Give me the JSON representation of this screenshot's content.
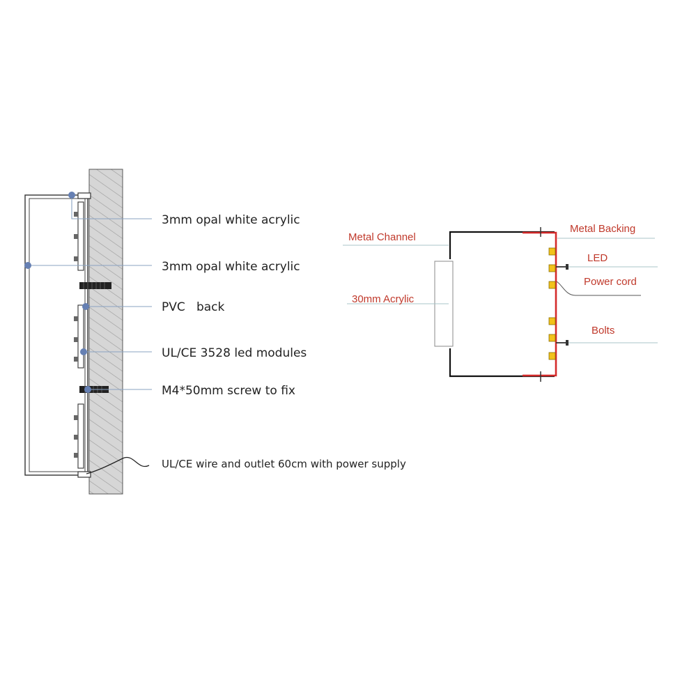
{
  "left_diagram": {
    "labels": [
      "3mm opal white acrylic",
      "3mm opal white acrylic",
      "PVC   back",
      "UL/CE 3528 led modules",
      "M4*50mm screw to fix",
      "UL/CE wire and outlet 60cm with power supply"
    ]
  },
  "right_diagram": {
    "labels": {
      "metal_channel": "Metal Channel",
      "acrylic": "30mm Acrylic",
      "metal_backing": "Metal Backing",
      "led": "LED",
      "power_cord": "Power cord",
      "bolts": "Bolts"
    }
  },
  "colors": {
    "label_red": "#c0392b",
    "leader_blue": "#7f9ab8",
    "dot_blue": "#6680b3",
    "backing_red": "#d42b2b",
    "led_yellow": "#f2c21b",
    "wall_gray": "#d4d4d4",
    "outline": "#333333"
  }
}
